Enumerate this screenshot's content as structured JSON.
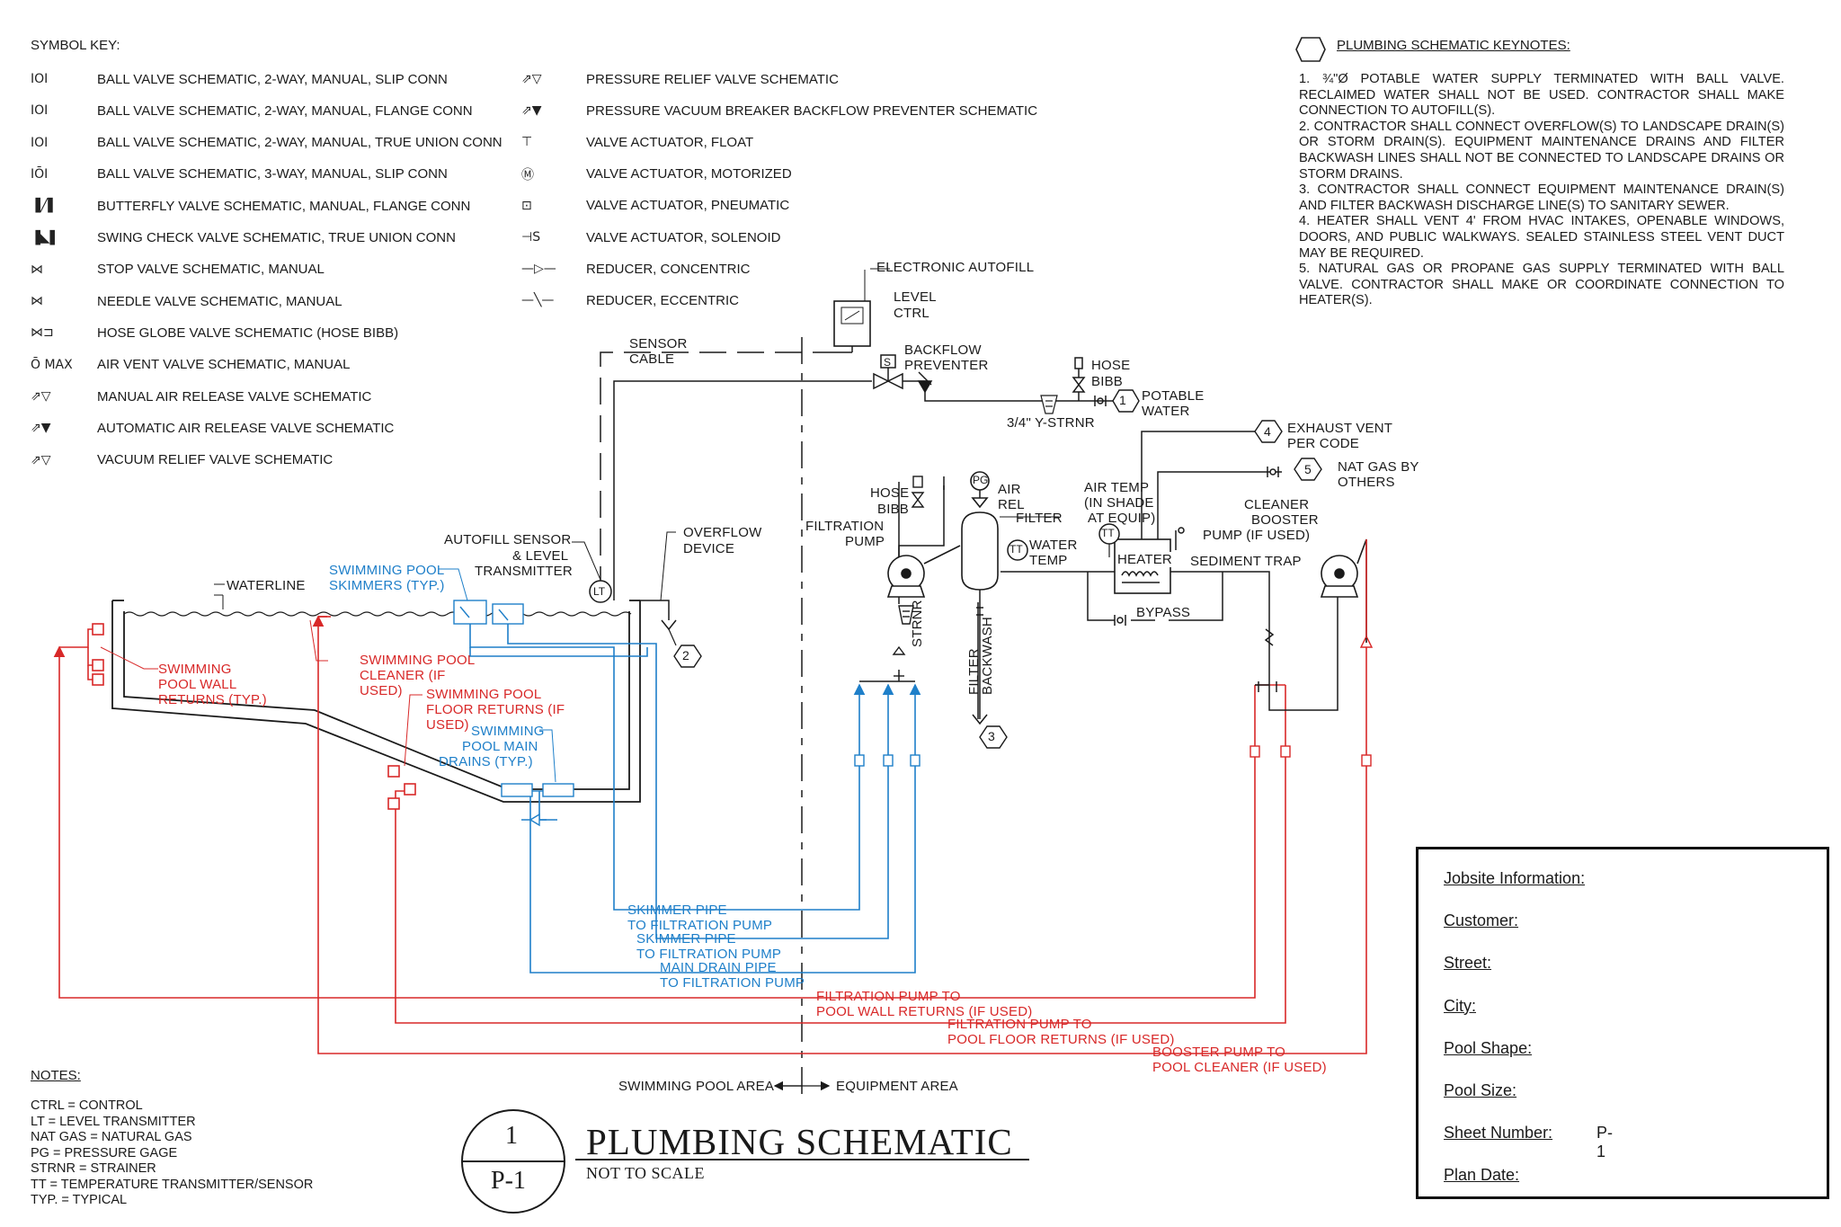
{
  "symbol_key": {
    "title": "SYMBOL KEY:",
    "left_items": [
      {
        "glyph": "IOI",
        "label": "BALL VALVE SCHEMATIC, 2-WAY, MANUAL, SLIP CONN"
      },
      {
        "glyph": "IOI",
        "label": "BALL VALVE SCHEMATIC, 2-WAY, MANUAL, FLANGE CONN"
      },
      {
        "glyph": "IOI",
        "label": "BALL VALVE SCHEMATIC, 2-WAY, MANUAL, TRUE UNION CONN"
      },
      {
        "glyph": "IŌI",
        "label": "BALL VALVE SCHEMATIC, 3-WAY, MANUAL, SLIP CONN"
      },
      {
        "glyph": "▐╱▌",
        "label": "BUTTERFLY VALVE SCHEMATIC, MANUAL, FLANGE CONN"
      },
      {
        "glyph": "▐◣▌",
        "label": "SWING CHECK VALVE SCHEMATIC, TRUE UNION CONN"
      },
      {
        "glyph": "⋈",
        "label": "STOP VALVE SCHEMATIC, MANUAL"
      },
      {
        "glyph": "⋈",
        "label": "NEEDLE VALVE SCHEMATIC, MANUAL"
      },
      {
        "glyph": "⋈⊐",
        "label": "HOSE GLOBE VALVE SCHEMATIC (HOSE BIBB)"
      },
      {
        "glyph": "Ō MAX",
        "label": "AIR VENT VALVE SCHEMATIC, MANUAL"
      },
      {
        "glyph": "⇗▽",
        "label": "MANUAL AIR RELEASE VALVE SCHEMATIC"
      },
      {
        "glyph": "⇗▼",
        "label": "AUTOMATIC AIR RELEASE VALVE SCHEMATIC"
      },
      {
        "glyph": "⇗▽",
        "label": "VACUUM RELIEF VALVE SCHEMATIC"
      }
    ],
    "right_items": [
      {
        "glyph": "⇗▽",
        "label": "PRESSURE RELIEF VALVE SCHEMATIC"
      },
      {
        "glyph": "⇗▼",
        "label": "PRESSURE VACUUM BREAKER BACKFLOW PREVENTER SCHEMATIC"
      },
      {
        "glyph": "⊤",
        "label": "VALVE ACTUATOR, FLOAT"
      },
      {
        "glyph": "Ⓜ",
        "label": "VALVE ACTUATOR, MOTORIZED"
      },
      {
        "glyph": "⊡",
        "label": "VALVE ACTUATOR, PNEUMATIC"
      },
      {
        "glyph": "⊣S",
        "label": "VALVE ACTUATOR, SOLENOID"
      },
      {
        "glyph": "—▷—",
        "label": "REDUCER, CONCENTRIC"
      },
      {
        "glyph": "—╲—",
        "label": "REDUCER, ECCENTRIC"
      }
    ]
  },
  "keynotes": {
    "title": "PLUMBING SCHEMATIC KEYNOTES:",
    "items": [
      "1. ¾\"Ø POTABLE WATER SUPPLY TERMINATED WITH BALL VALVE. RECLAIMED WATER SHALL NOT BE USED. CONTRACTOR SHALL MAKE CONNECTION TO AUTOFILL(S).",
      "2. CONTRACTOR SHALL CONNECT OVERFLOW(S) TO LANDSCAPE DRAIN(S) OR STORM DRAIN(S). EQUIPMENT MAINTENANCE DRAINS AND FILTER BACKWASH LINES SHALL NOT BE CONNECTED TO LANDSCAPE DRAINS OR STORM DRAINS.",
      "3. CONTRACTOR SHALL CONNECT EQUIPMENT MAINTENANCE DRAIN(S) AND FILTER BACKWASH DISCHARGE LINE(S) TO SANITARY SEWER.",
      "4. HEATER SHALL VENT 4' FROM HVAC INTAKES, OPENABLE WINDOWS, DOORS, AND PUBLIC WALKWAYS. SEALED STAINLESS STEEL VENT DUCT MAY BE REQUIRED.",
      "5. NATURAL GAS OR PROPANE GAS SUPPLY TERMINATED WITH BALL VALVE. CONTRACTOR SHALL MAKE OR COORDINATE CONNECTION TO HEATER(S)."
    ]
  },
  "schematic": {
    "electronic_autofill": "ELECTRONIC AUTOFILL",
    "level_ctrl_1": "LEVEL",
    "level_ctrl_2": "CTRL",
    "sensor_cable_1": "SENSOR",
    "sensor_cable_2": "CABLE",
    "backflow_1": "BACKFLOW",
    "backflow_2": "PREVENTER",
    "hose_bibb_top_1": "HOSE",
    "hose_bibb_top_2": "BIBB",
    "potable_1": "POTABLE",
    "potable_2": "WATER",
    "y_strainer": "3/4\" Y-STRNR",
    "exhaust_1": "EXHAUST VENT",
    "exhaust_2": "PER CODE",
    "natgas_1": "NAT GAS BY",
    "natgas_2": "OTHERS",
    "hose_bibb_pump_1": "HOSE",
    "hose_bibb_pump_2": "BIBB",
    "pg": "PG",
    "air_rel_1": "AIR",
    "air_rel_2": "REL",
    "filter": "FILTER",
    "filtration_pump_1": "FILTRATION",
    "filtration_pump_2": "PUMP",
    "tt_water": "TT",
    "water_temp_1": "WATER",
    "water_temp_2": "TEMP",
    "air_temp_1": "AIR TEMP",
    "air_temp_2": "(IN SHADE",
    "air_temp_3": "AT EQUIP)",
    "tt_air": "TT",
    "heater": "HEATER",
    "sediment_trap": "SEDIMENT TRAP",
    "bypass": "BYPASS",
    "cleaner_1": "CLEANER",
    "cleaner_2": "BOOSTER",
    "cleaner_3": "PUMP (IF USED)",
    "strnr": "STRNR",
    "filter_backwash": "FILTER BACKWASH",
    "autofill_sensor_1": "AUTOFILL SENSOR",
    "autofill_sensor_2": "& LEVEL",
    "autofill_sensor_3": "TRANSMITTER",
    "lt": "LT",
    "overflow_1": "OVERFLOW",
    "overflow_2": "DEVICE",
    "waterline": "WATERLINE",
    "skimmers_1": "SWIMMING POOL",
    "skimmers_2": "SKIMMERS (TYP.)",
    "wall_returns_1": "SWIMMING",
    "wall_returns_2": "POOL WALL",
    "wall_returns_3": "RETURNS (TYP.)",
    "cleaner_red_1": "SWIMMING POOL",
    "cleaner_red_2": "CLEANER (IF",
    "cleaner_red_3": "USED)",
    "floor_returns_1": "SWIMMING POOL",
    "floor_returns_2": "FLOOR RETURNS (IF",
    "floor_returns_3": "USED)",
    "main_drains_1": "SWIMMING",
    "main_drains_2": "POOL  MAIN",
    "main_drains_3": "DRAINS  (TYP.)",
    "skimmer_pipe_a_1": "SKIMMER PIPE",
    "skimmer_pipe_a_2": "TO FILTRATION PUMP",
    "skimmer_pipe_b_1": "SKIMMER PIPE",
    "skimmer_pipe_b_2": "TO FILTRATION PUMP",
    "main_drain_pipe_1": "MAIN DRAIN PIPE",
    "main_drain_pipe_2": "TO FILTRATION PUMP",
    "fp_wall_1": "FILTRATION PUMP TO",
    "fp_wall_2": "POOL WALL RETURNS (IF USED)",
    "fp_floor_1": "FILTRATION PUMP TO",
    "fp_floor_2": "POOL FLOOR RETURNS (IF USED)",
    "booster_1": "BOOSTER PUMP TO",
    "booster_2": "POOL CLEANER (IF USED)",
    "pool_area": "SWIMMING POOL AREA",
    "equip_area": "EQUIPMENT AREA",
    "keynote_1": "1",
    "keynote_2": "2",
    "keynote_3": "3",
    "keynote_4": "4",
    "keynote_5": "5",
    "valve_tag_s": "S"
  },
  "notes": {
    "title": "NOTES:",
    "items": [
      "CTRL = CONTROL",
      "LT = LEVEL TRANSMITTER",
      "NAT GAS = NATURAL GAS",
      "PG = PRESSURE GAGE",
      "STRNR = STRAINER",
      "TT = TEMPERATURE TRANSMITTER/SENSOR",
      "TYP. = TYPICAL"
    ]
  },
  "title_block": {
    "detail_number": "1",
    "sheet_ref": "P-1",
    "title": "PLUMBING SCHEMATIC",
    "subtitle": "NOT TO SCALE"
  },
  "jobsite": {
    "rows": [
      {
        "label": "Jobsite Information:",
        "value": ""
      },
      {
        "label": "Customer:",
        "value": ""
      },
      {
        "label": "Street:",
        "value": ""
      },
      {
        "label": "City:",
        "value": ""
      },
      {
        "label": "Pool Shape:",
        "value": ""
      },
      {
        "label": "Pool Size:",
        "value": ""
      },
      {
        "label": "Sheet Number:",
        "value": "P-1"
      },
      {
        "label": "Plan Date:",
        "value": ""
      }
    ]
  },
  "colors": {
    "suction": "#1e7fc9",
    "return": "#d82828",
    "line": "#1a1a1a"
  }
}
